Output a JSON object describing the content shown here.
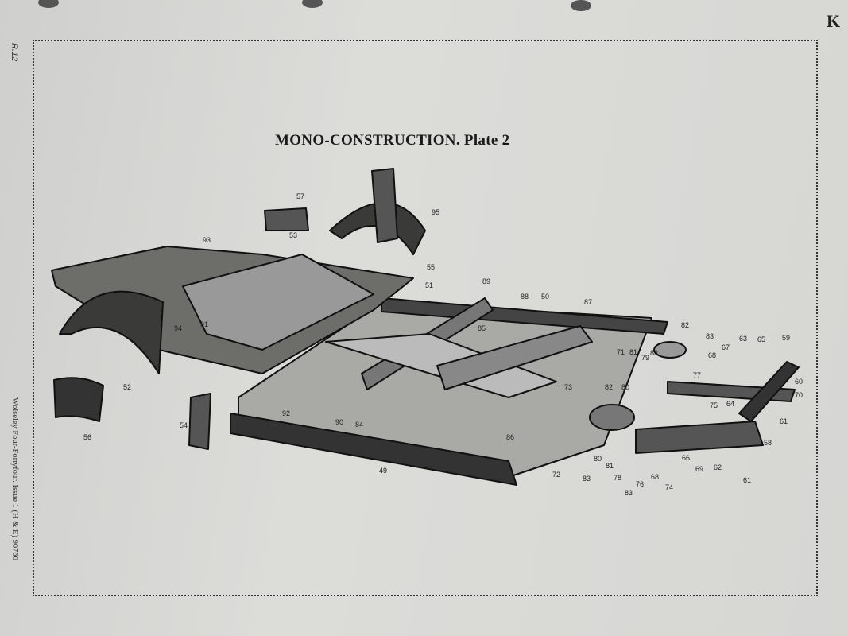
{
  "page": {
    "title": "MONO-CONSTRUCTION.   Plate 2",
    "page_number": "R.12",
    "corner_mark": "K",
    "margin_text": "Wolseley Four-Fortyfour.  Issue 1 (H & E) 90760"
  },
  "diagram": {
    "callouts": [
      "57",
      "95",
      "53",
      "93",
      "55",
      "51",
      "89",
      "88",
      "50",
      "87",
      "94",
      "91",
      "85",
      "82",
      "83",
      "63",
      "65",
      "59",
      "71",
      "81",
      "79",
      "83",
      "68",
      "67",
      "77",
      "60",
      "70",
      "75",
      "64",
      "73",
      "82",
      "80",
      "61",
      "52",
      "92",
      "90",
      "84",
      "86",
      "58",
      "66",
      "69",
      "62",
      "54",
      "56",
      "80",
      "81",
      "78",
      "76",
      "68",
      "74",
      "83",
      "83",
      "61",
      "72",
      "49"
    ]
  }
}
